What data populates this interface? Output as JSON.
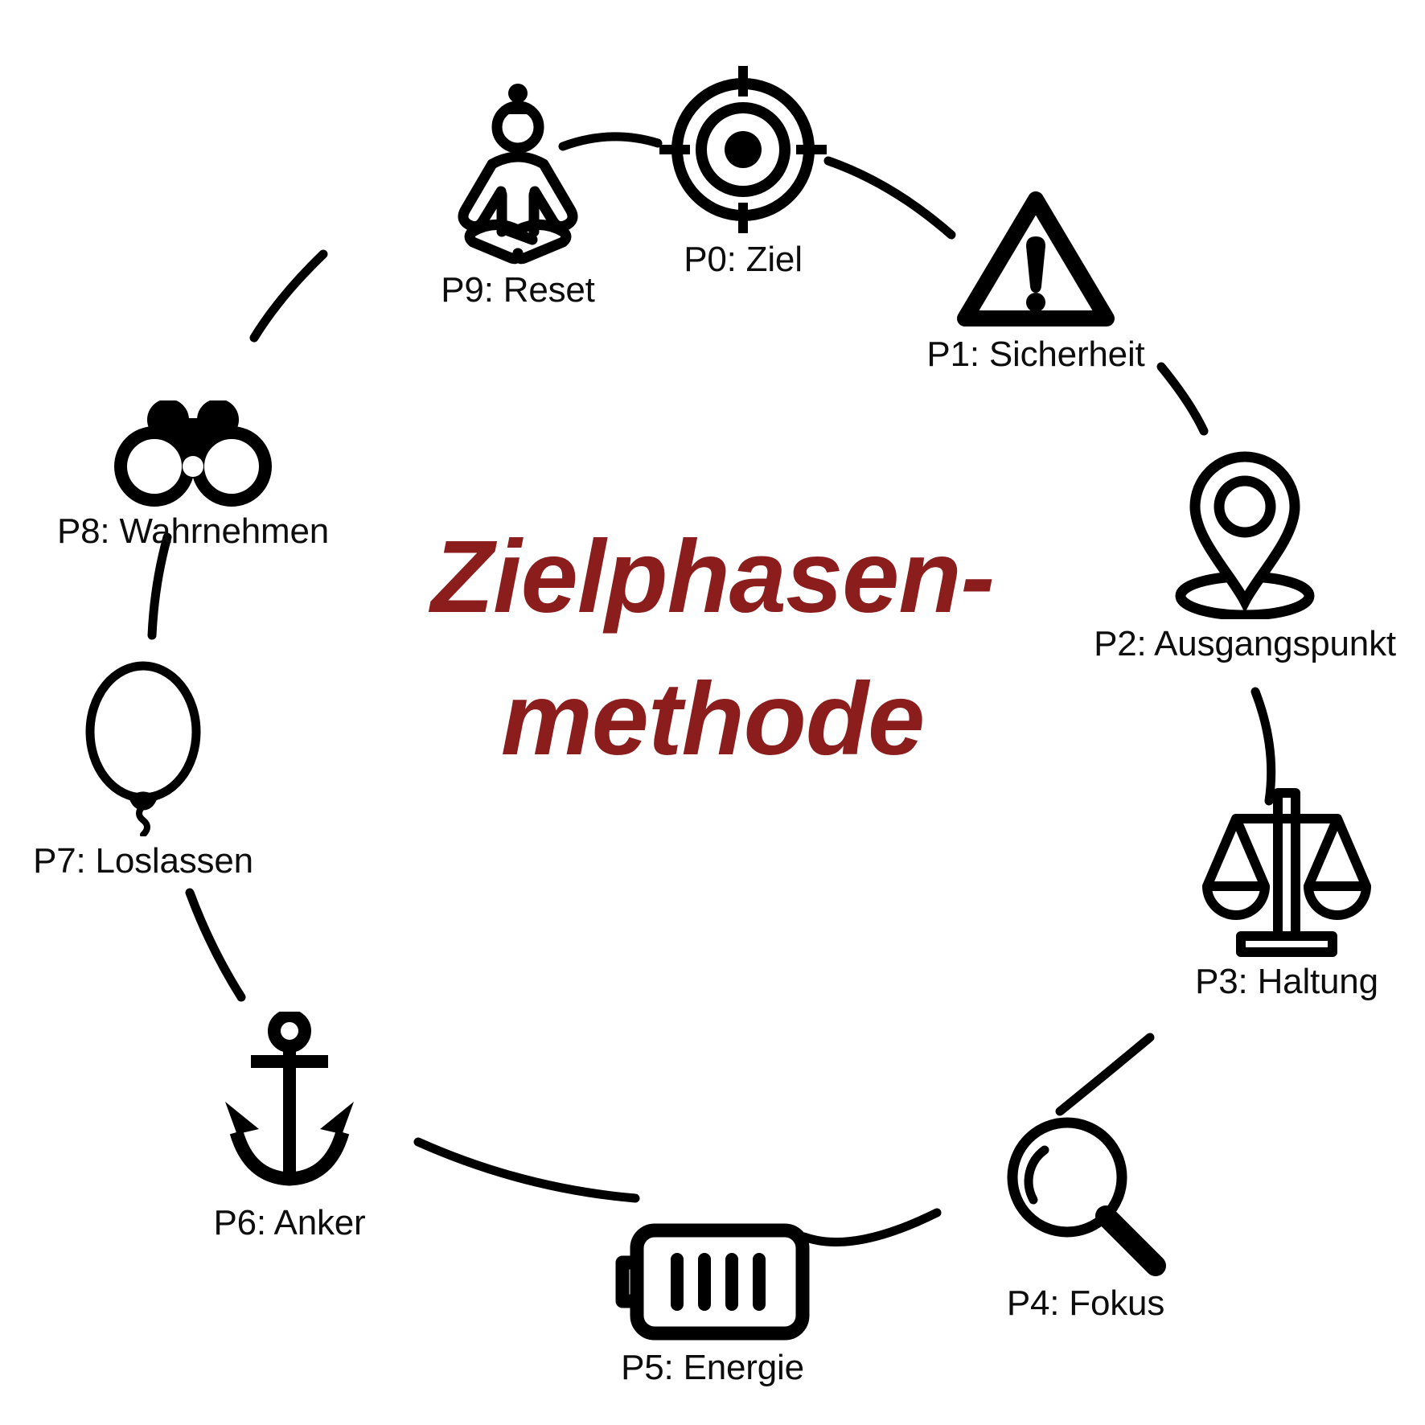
{
  "title": {
    "text": "Zielphasen-\nmethode",
    "color": "#8c1d1d"
  },
  "diagram": {
    "type": "circular-cycle",
    "node_count": 10,
    "label_color": "#0d0d0d",
    "connector_color": "#000000",
    "background": "#ffffff"
  },
  "nodes": [
    {
      "id": "p0",
      "label": "P0: Ziel",
      "icon": "target-icon"
    },
    {
      "id": "p1",
      "label": "P1: Sicherheit",
      "icon": "warning-triangle-icon"
    },
    {
      "id": "p2",
      "label": "P2: Ausgangspunkt",
      "icon": "map-pin-icon"
    },
    {
      "id": "p3",
      "label": "P3: Haltung",
      "icon": "balance-scales-icon"
    },
    {
      "id": "p4",
      "label": "P4: Fokus",
      "icon": "magnifier-icon"
    },
    {
      "id": "p5",
      "label": "P5: Energie",
      "icon": "battery-icon"
    },
    {
      "id": "p6",
      "label": "P6: Anker",
      "icon": "anchor-icon"
    },
    {
      "id": "p7",
      "label": "P7: Loslassen",
      "icon": "balloon-icon"
    },
    {
      "id": "p8",
      "label": "P8: Wahrnehmen",
      "icon": "binoculars-icon"
    },
    {
      "id": "p9",
      "label": "P9: Reset",
      "icon": "meditation-icon"
    }
  ]
}
